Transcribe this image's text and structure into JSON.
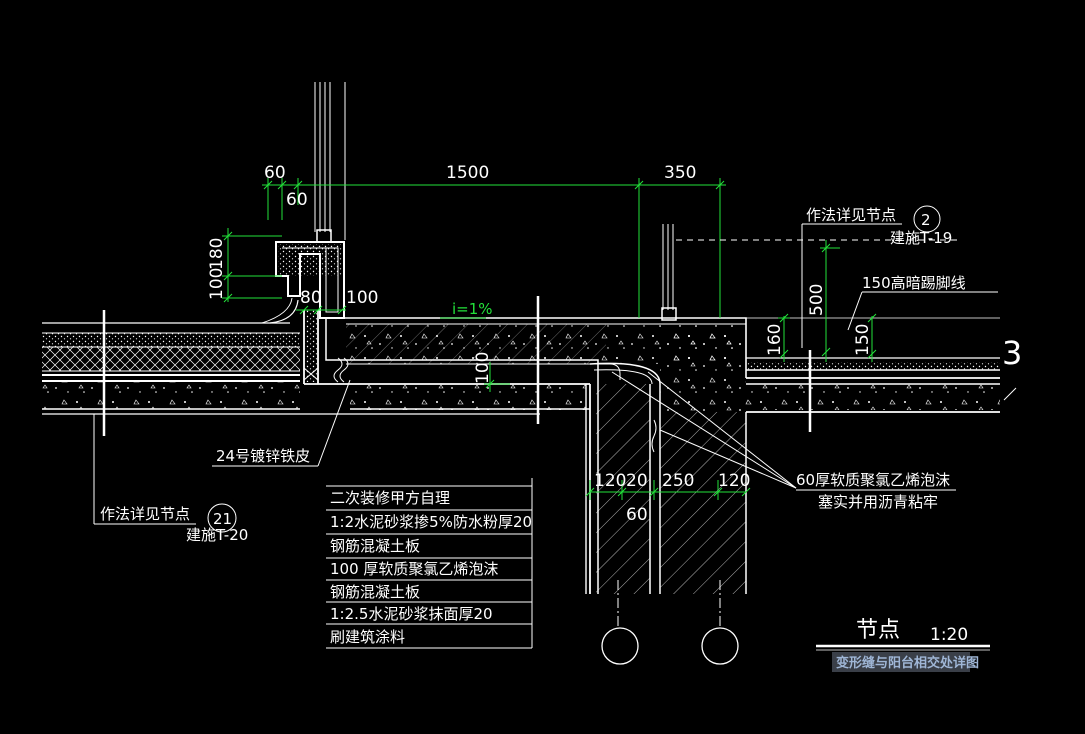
{
  "dimensions": {
    "d60a": "60",
    "d60b": "60",
    "d1500": "1500",
    "d350": "350",
    "d180": "180",
    "d100a": "100",
    "d80": "80",
    "d100b": "100",
    "d100c": "100",
    "d160": "160",
    "d500": "500",
    "d150": "150",
    "d120a": "120",
    "d20": "20",
    "d250": "250",
    "d120b": "120",
    "d60c": "60"
  },
  "slope": "i=1%",
  "notes": {
    "detail_ref_top": "作法详见节点",
    "detail_ref_top_num": "2",
    "detail_ref_top_sheet": "建施T-19",
    "skirting": "150高暗踢脚线",
    "detail_ref_left": "作法详见节点",
    "detail_ref_left_num": "21",
    "detail_ref_left_sheet": "建施T-20",
    "flashing": "24号镀锌铁皮",
    "foam_line1": "60厚软质聚氯乙烯泡沫",
    "foam_line2": "塞实并用沥青粘牢",
    "axis_right": "3"
  },
  "layers": [
    "二次装修甲方自理",
    "1:2水泥砂浆掺5%防水粉厚20",
    "钢筋混凝土板",
    "100 厚软质聚氯乙烯泡沫",
    "钢筋混凝土板",
    "1:2.5水泥砂浆抹面厚20",
    "刷建筑涂料"
  ],
  "title": {
    "node": "节点",
    "scale": "1:20",
    "caption": "变形缝与阳台相交处详图"
  },
  "colors": {
    "background": "#000000",
    "lines": "#ffffff",
    "dimensions": "#22e23a",
    "caption_bg": "#3a3f48",
    "caption_text": "#9fb6d6"
  }
}
